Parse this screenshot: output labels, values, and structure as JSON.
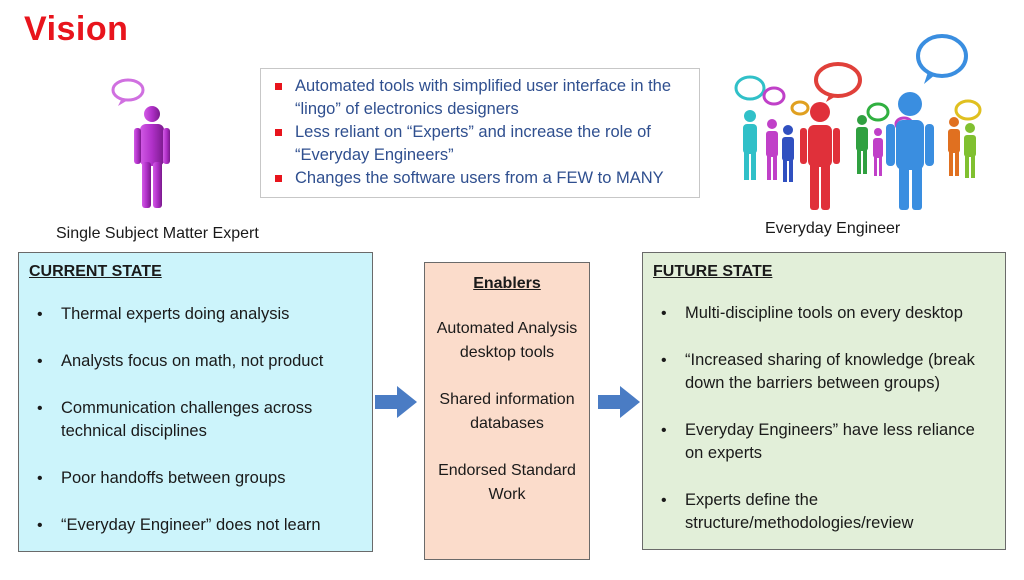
{
  "title": "Vision",
  "vision_bullets": [
    "Automated tools with simplified user interface in the “lingo” of electronics designers",
    "Less reliant on “Experts”  and increase the role of “Everyday Engineers”",
    "Changes the software users from a FEW to MANY"
  ],
  "captions": {
    "expert": "Single Subject Matter Expert",
    "everyday": "Everyday Engineer"
  },
  "current_state": {
    "heading": "CURRENT STATE",
    "items": [
      "Thermal experts doing analysis",
      "Analysts focus on math, not product",
      "Communication challenges across technical disciplines",
      "Poor handoffs between groups",
      "“Everyday Engineer” does not learn"
    ]
  },
  "enablers": {
    "heading": "Enablers",
    "items": [
      "Automated Analysis  desktop tools",
      "Shared information databases",
      "Endorsed Standard Work"
    ]
  },
  "future_state": {
    "heading": "FUTURE STATE",
    "items": [
      " Multi-discipline tools on every desktop",
      "“Increased sharing of knowledge (break down the barriers between groups)",
      "Everyday Engineers” have less reliance on experts",
      "Experts define the structure/methodologies/review"
    ]
  },
  "colors": {
    "title": "#e8141c",
    "bullet_text": "#2f4f8f",
    "current_bg": "#ccf4fb",
    "enablers_bg": "#fbdccb",
    "future_bg": "#e2efd9",
    "arrow": "#4a7cc4",
    "expert_figure": "#b030c8"
  },
  "icons": {
    "expert": "person-with-speech-bubble-icon",
    "everyday": "group-of-people-with-speech-bubbles-icon",
    "arrow": "right-arrow-icon",
    "bullet": "red-square-bullet"
  }
}
